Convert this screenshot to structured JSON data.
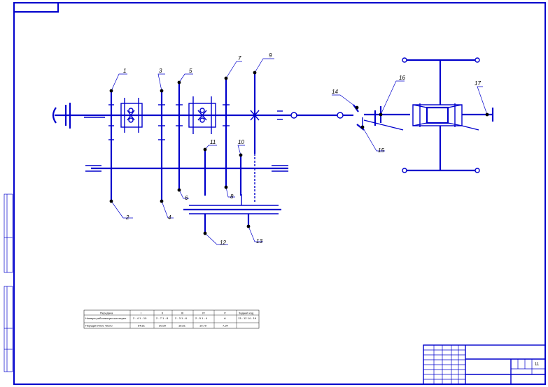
{
  "drawing": {
    "sheet_number": "11"
  },
  "labels": [
    "1",
    "2",
    "3",
    "4",
    "5",
    "6",
    "7",
    "8",
    "9",
    "10",
    "11",
    "12",
    "13",
    "14",
    "15",
    "16",
    "17"
  ],
  "table": {
    "header": [
      "Передача",
      "I",
      "II",
      "III",
      "IV",
      "V",
      "Задний ход"
    ],
    "rows": [
      {
        "label": "Номера работающих шестерен",
        "cells": [
          "2 - 4  1 - 10",
          "2 - 7  1 - 8",
          "2 - 3  1 - 6",
          "2 - 5  1 - 4",
          "",
          "13 - 12  14 - 16"
        ]
      },
      {
        "label": "Передаточное число",
        "cells": [
          "54,61",
          "30,09",
          "16,61",
          "10,79",
          "7,34",
          ""
        ]
      }
    ],
    "row_letter": "A"
  }
}
